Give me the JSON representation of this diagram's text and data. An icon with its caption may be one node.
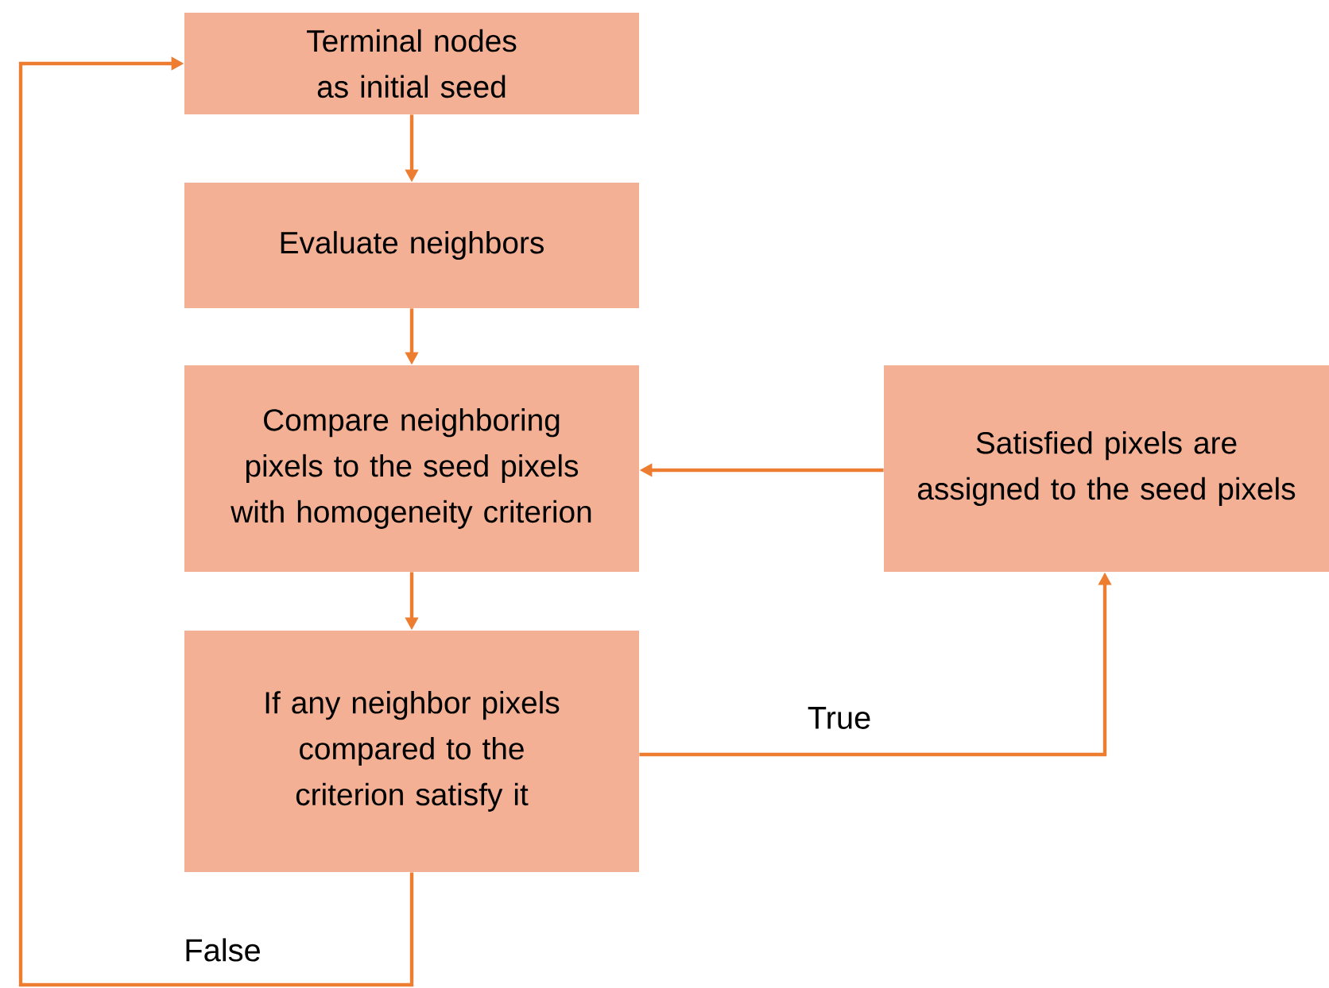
{
  "diagram": {
    "nodes": [
      {
        "text": [
          "Terminal nodes as initial seed"
        ]
      },
      {
        "text": [
          "Evaluate neighbors"
        ]
      },
      {
        "text": [
          "Compare neighboring pixels to the seed pixels with homogeneity criterion"
        ]
      },
      {
        "text": [
          "If any neighbor pixels compared to the criterion satisfy it"
        ]
      },
      {
        "text": [
          "Satisfied pixels are assigned to the seed pixels"
        ]
      }
    ],
    "edges": [
      {
        "from": 0,
        "to": 1,
        "arrow": "to"
      },
      {
        "from": 1,
        "to": 2,
        "arrow": "to"
      },
      {
        "from": 2,
        "to": 3,
        "arrow": "to"
      },
      {
        "from": 3,
        "to": 4,
        "arrow": "to",
        "label": "True"
      },
      {
        "from": 4,
        "to": 2,
        "arrow": "to"
      },
      {
        "from": 3,
        "to": 0,
        "arrow": "to",
        "label": "False"
      }
    ]
  }
}
